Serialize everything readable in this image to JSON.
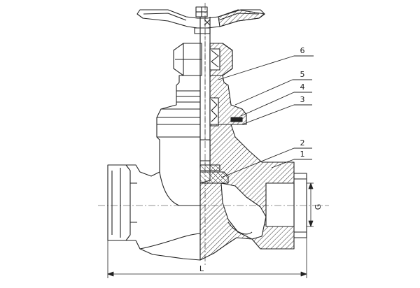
{
  "callouts": [
    {
      "label": "6"
    },
    {
      "label": "5"
    },
    {
      "label": "4"
    },
    {
      "label": "3"
    },
    {
      "label": "2"
    },
    {
      "label": "1"
    }
  ],
  "dimensions": {
    "length_label": "L",
    "thread_label": "G"
  },
  "colors": {
    "line": "#222222",
    "hatch": "#333333",
    "background": "#ffffff"
  }
}
